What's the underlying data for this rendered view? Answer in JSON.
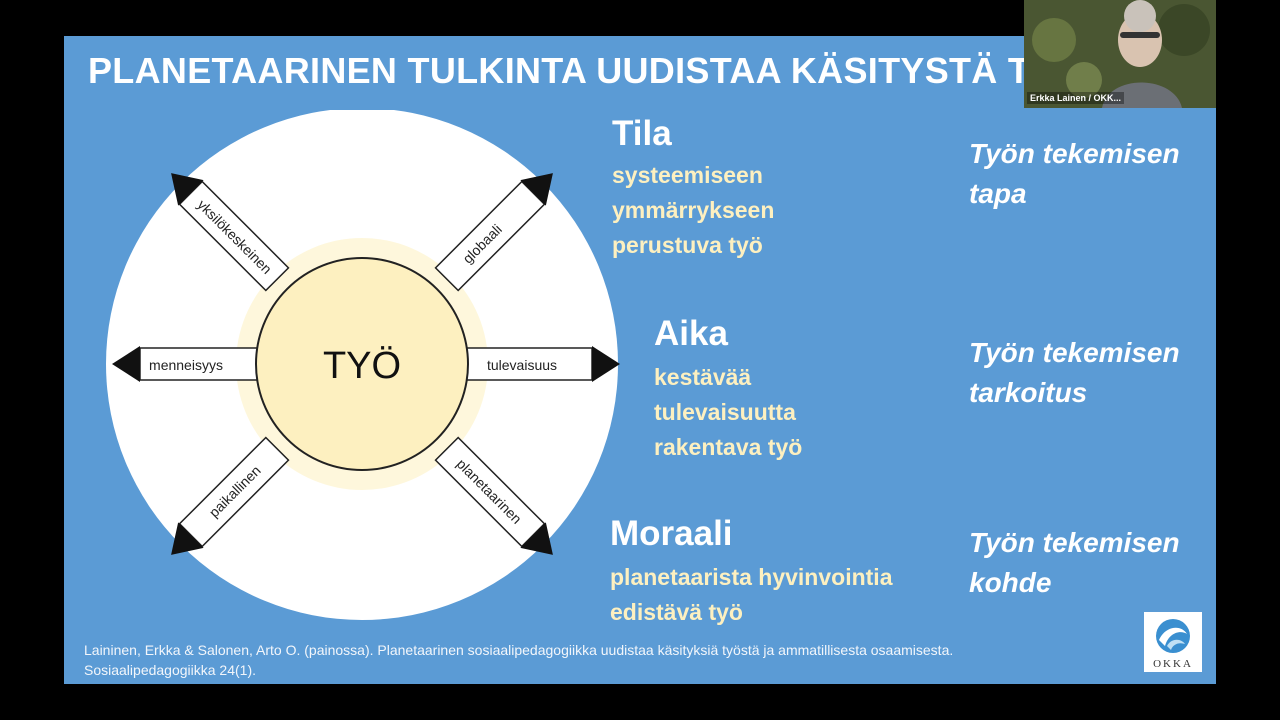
{
  "slide": {
    "title": "PLANETAARINEN TULKINTA UUDISTAA KÄSITYSTÄ TYÖSTÄ",
    "diagram": {
      "center": "TYÖ",
      "arrows": [
        "menneisyys",
        "tulevaisuus",
        "yksilökeskeinen",
        "globaali",
        "paikallinen",
        "planetaarinen"
      ]
    },
    "sections": [
      {
        "heading": "Tila",
        "lines": [
          "systeemiseen",
          "ymmärrykseen",
          "perustuva työ"
        ],
        "note": [
          "Työn tekemisen",
          "tapa"
        ]
      },
      {
        "heading": "Aika",
        "lines": [
          "kestävää",
          "tulevaisuutta",
          "rakentava työ"
        ],
        "note": [
          "Työn tekemisen",
          "tarkoitus"
        ]
      },
      {
        "heading": "Moraali",
        "lines": [
          "planetaarista hyvinvointia",
          "edistävä työ"
        ],
        "note": [
          "Työn tekemisen",
          "kohde"
        ]
      }
    ],
    "citation": [
      "Laininen, Erkka & Salonen, Arto O. (painossa). Planetaarinen sosiaalipedagogiikka uudistaa käsityksiä työstä ja ammatillisesta osaamisesta.",
      "Sosiaalipedagogiikka 24(1)."
    ],
    "logo_text": "OKKA"
  },
  "webcam": {
    "name": "Erkka Lainen / OKK..."
  },
  "colors": {
    "slide_bg": "#5b9bd5",
    "subtext": "#fdf0c0",
    "circle": "#ffffff",
    "center": "#fdf0c0"
  }
}
